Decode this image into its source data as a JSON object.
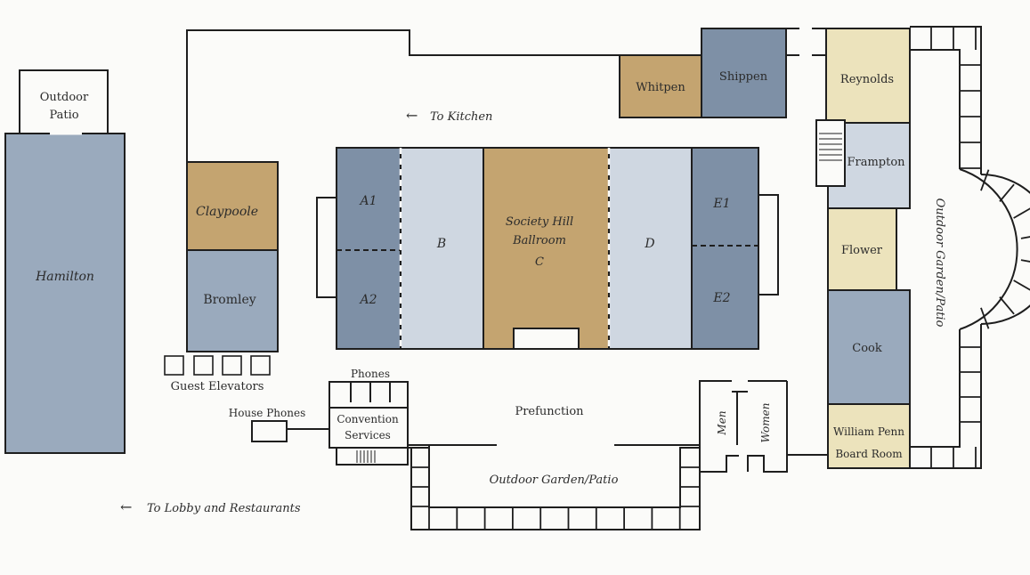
{
  "colors": {
    "slate": "#7e90a6",
    "light_blue": "#cfd7e1",
    "steel_blue": "#9aaabd",
    "tan": "#c4a470",
    "cream": "#ece3bc",
    "background": "#fbfbf9"
  },
  "rooms": {
    "outdoor_patio_top": [
      "Outdoor",
      "Patio"
    ],
    "hamilton": "Hamilton",
    "claypoole": "Claypoole",
    "bromley": "Bromley",
    "whitpen": "Whitpen",
    "shippen": "Shippen",
    "reynolds": "Reynolds",
    "frampton": "Frampton",
    "flower": "Flower",
    "cook": "Cook",
    "william_penn": [
      "William Penn",
      "Board Room"
    ],
    "ballroom": [
      "Society Hill",
      "Ballroom",
      "C"
    ],
    "a1": "A1",
    "a2": "A2",
    "b": "B",
    "d": "D",
    "e1": "E1",
    "e2": "E2",
    "men": "Men",
    "women": "Women",
    "phones": "Phones",
    "convention_services": [
      "Convention",
      "Services"
    ],
    "outdoor_garden_bottom": "Outdoor Garden/Patio",
    "outdoor_garden_right": "Outdoor Garden/Patio"
  },
  "labels": {
    "to_kitchen": "To Kitchen",
    "to_lobby": "To Lobby and Restaurants",
    "guest_elevators": "Guest Elevators",
    "house_phones": "House Phones",
    "prefunction": "Prefunction",
    "arrow": "←"
  }
}
